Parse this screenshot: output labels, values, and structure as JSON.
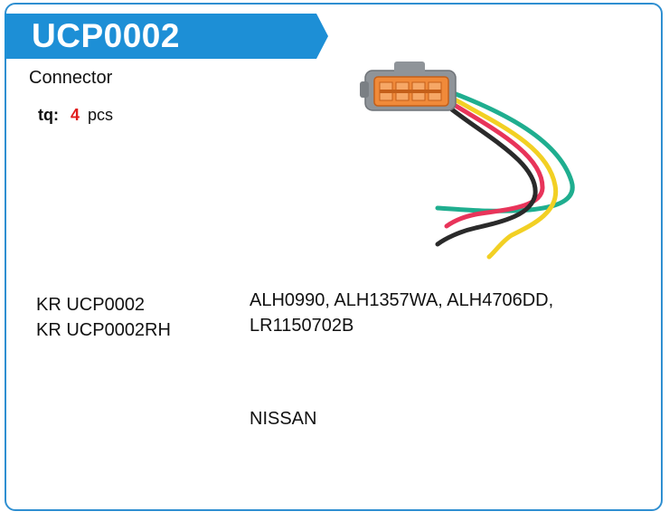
{
  "header": {
    "code": "UCP0002",
    "accent_color": "#1d8fd6"
  },
  "product": {
    "type": "Connector",
    "qty_label": "tq:",
    "qty_value": "4",
    "qty_unit": "pcs",
    "image_icon": "connector-pigtail-icon",
    "wire_colors": [
      "#1fae8f",
      "#f2d024",
      "#e8345a",
      "#2a2a2a"
    ]
  },
  "codes": [
    "KR UCP0002",
    "KR UCP0002RH"
  ],
  "references": [
    "ALH0990, ALH1357WA, ALH4706DD,",
    "LR1150702B"
  ],
  "brand": "NISSAN"
}
